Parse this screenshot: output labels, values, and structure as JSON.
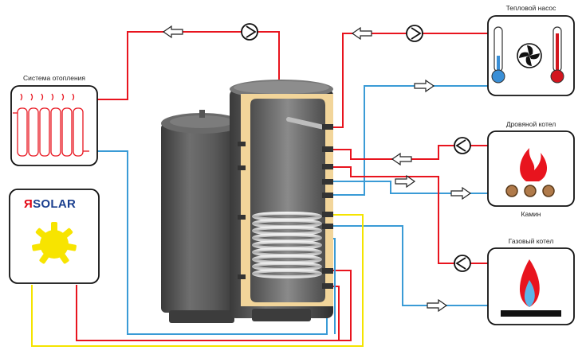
{
  "labels": {
    "heating_system": "Система отопления",
    "heat_pump": "Тепловой насос",
    "wood_boiler": "Дровяной котел",
    "fireplace": "Камин",
    "gas_boiler": "Газовый котел"
  },
  "brand": {
    "prefix": "Я",
    "name": "SOLAR"
  },
  "colors": {
    "hot_line": "#e8141e",
    "cold_line": "#3a9bd6",
    "solar_line": "#f5e400",
    "brand_prefix": "#e30613",
    "brand_name": "#1a3f8f",
    "tank": "#5b5b5b",
    "insulation": "#f2d59a"
  },
  "icons": [
    "radiator-icon",
    "sun-icon",
    "thermometer-cold-icon",
    "fan-icon",
    "thermometer-hot-icon",
    "flame-icon",
    "firewood-icon",
    "gas-flame-icon",
    "pump-icon",
    "flow-arrow-icon"
  ]
}
